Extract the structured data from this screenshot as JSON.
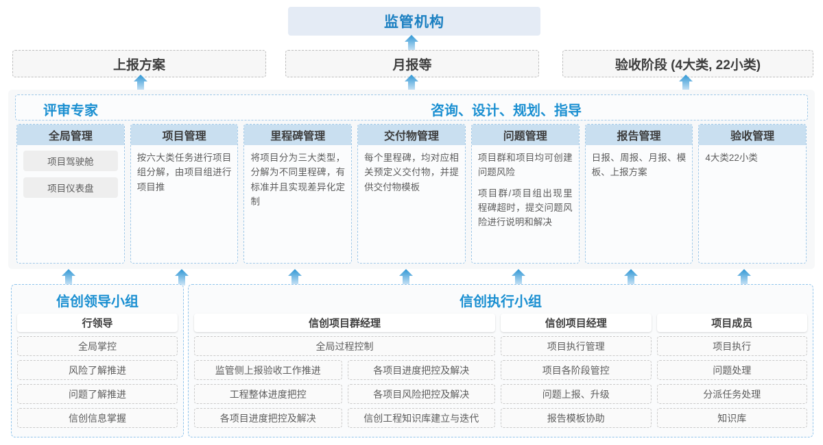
{
  "top": {
    "title": "监管机构"
  },
  "row2": [
    {
      "label": "上报方案"
    },
    {
      "label": "月报等"
    },
    {
      "label": "验收阶段 (4大类, 22小类)"
    }
  ],
  "middle": {
    "header_left": "评审专家",
    "header_right": "咨询、设计、规划、指导",
    "columns": [
      {
        "title": "全局管理",
        "text": "",
        "chips": [
          "项目驾驶舱",
          "项目仪表盘"
        ]
      },
      {
        "title": "项目管理",
        "text": "按六大类任务进行项目组分解，由项目组进行项目推",
        "chips": []
      },
      {
        "title": "里程碑管理",
        "text": "将项目分为三大类型，分解为不同里程碑，有标准并且实现差异化定制",
        "chips": []
      },
      {
        "title": "交付物管理",
        "text": "每个里程碑，均对应相关预定义交付物，并提供交付物模板",
        "chips": []
      },
      {
        "title": "问题管理",
        "text": "项目群和项目均可创建问题风险",
        "text2": "项目群/项目组出现里程碑超时，提交问题风险进行说明和解决",
        "chips": []
      },
      {
        "title": "报告管理",
        "text": "日报、周报、月报、模板、上报方案",
        "chips": []
      },
      {
        "title": "验收管理",
        "text": "4大类22小类",
        "chips": []
      }
    ]
  },
  "bottom_left": {
    "title": "信创领导小组",
    "head": "行领导",
    "items": [
      "全局掌控",
      "风险了解推进",
      "问题了解推进",
      "信创信息掌握"
    ]
  },
  "bottom_right": {
    "title": "信创执行小组",
    "groups": [
      {
        "head": "信创项目群经理",
        "full": "全局过程控制",
        "left_items": [
          "监管侧上报验收工作推进",
          "工程整体进度把控",
          "各项目进度把控及解决"
        ],
        "right_items": [
          "各项目进度把控及解决",
          "各项目风险把控及解决",
          "信创工程知识库建立与迭代"
        ]
      },
      {
        "head": "信创项目经理",
        "items": [
          "项目执行管理",
          "项目各阶段管控",
          "问题上报、升级",
          "报告模板协助"
        ]
      },
      {
        "head": "项目成员",
        "items": [
          "项目执行",
          "问题处理",
          "分派任务处理",
          "知识库"
        ]
      }
    ]
  },
  "colors": {
    "accent_blue": "#1a8fd1",
    "banner_bg": "#e4ebf5",
    "col_head_bg": "#c9dff0",
    "arrow_blue": "#3aa0dd"
  },
  "arrows": {
    "icon": "arrow-up-icon",
    "top_row": [
      600
    ],
    "row2_row": [
      205,
      600,
      1000
    ],
    "mid_row": [
      100,
      265,
      430,
      592,
      756,
      920,
      1085
    ]
  }
}
